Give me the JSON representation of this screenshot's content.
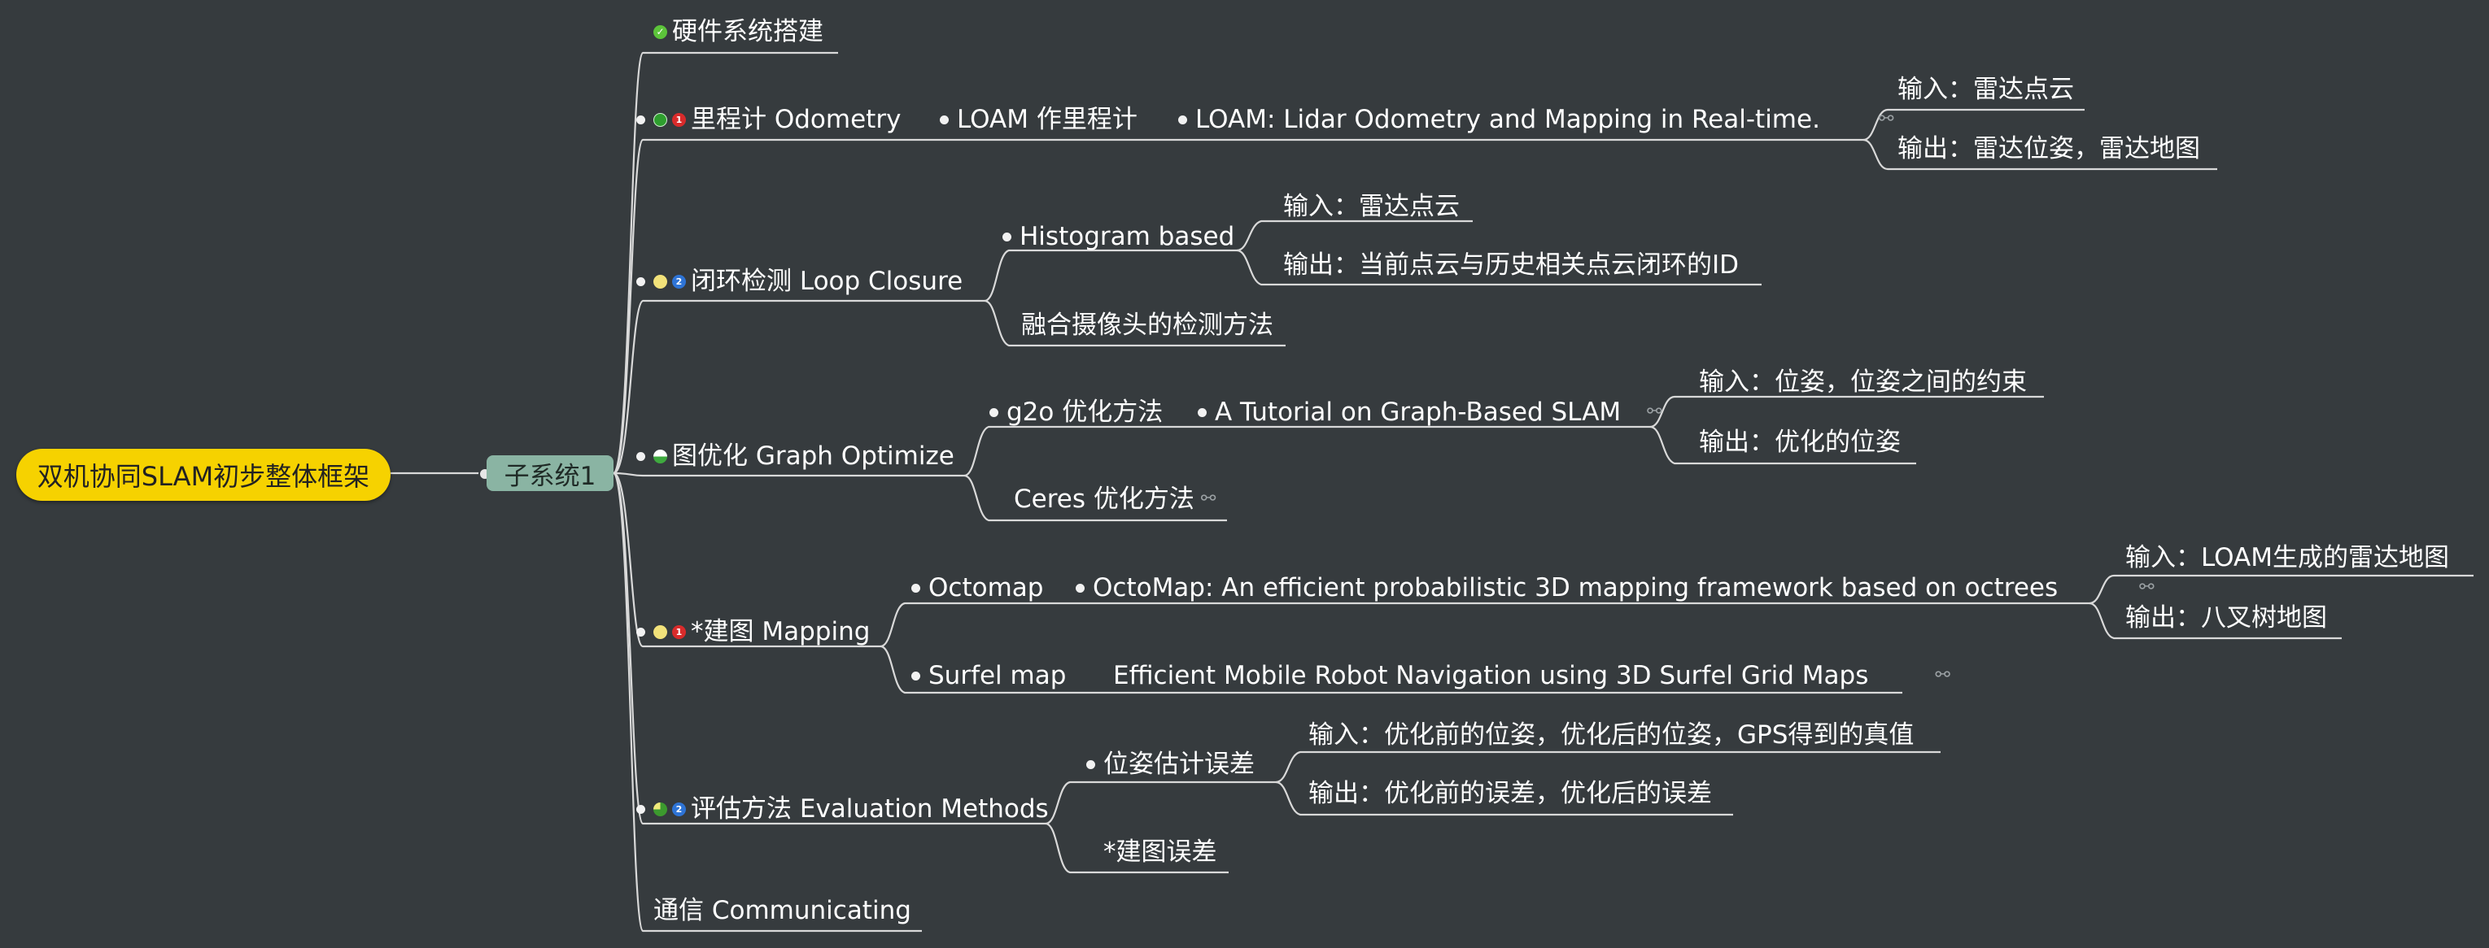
{
  "root": {
    "label": "双机协同SLAM初步整体框架"
  },
  "subsystem": {
    "label": "子系统1"
  },
  "branches": {
    "hardware": {
      "label": "硬件系统搭建"
    },
    "odometry": {
      "label": "里程计 Odometry",
      "priority": "1",
      "child": "LOAM 作里程计",
      "paper": "LOAM: Lidar Odometry and Mapping in Real-time.",
      "input": "输入：雷达点云",
      "output": "输出：雷达位姿，雷达地图"
    },
    "loop": {
      "label": "闭环检测 Loop Closure",
      "priority": "2",
      "histogram": "Histogram based",
      "hist_input": "输入：雷达点云",
      "hist_output": "输出：当前点云与历史相关点云闭环的ID",
      "camera": "融合摄像头的检测方法"
    },
    "graph": {
      "label": "图优化 Graph Optimize",
      "g2o": "g2o 优化方法",
      "tutorial": "A Tutorial on Graph-Based SLAM",
      "input": "输入：位姿，位姿之间的约束",
      "output": "输出：优化的位姿",
      "ceres": "Ceres 优化方法"
    },
    "mapping": {
      "label": "*建图 Mapping",
      "priority": "1",
      "octomap": "Octomap",
      "octomap_paper": "OctoMap: An efficient probabilistic 3D mapping framework based on octrees",
      "input": "输入：LOAM生成的雷达地图",
      "output": "输出：八叉树地图",
      "surfel": "Surfel map",
      "surfel_paper": "Efficient Mobile Robot Navigation using 3D Surfel Grid Maps"
    },
    "evaluation": {
      "label": "评估方法 Evaluation Methods",
      "priority": "2",
      "pose_error": "位姿估计误差",
      "input": "输入：优化前的位姿，优化后的位姿，GPS得到的真值",
      "output": "输出：优化前的误差，优化后的误差",
      "map_error": "*建图误差"
    },
    "comm": {
      "label": "通信 Communicating"
    }
  },
  "icons": {
    "link": "⚯"
  },
  "colors": {
    "background": "#363b3e",
    "root_fill": "#f6d200",
    "subsystem_fill": "#8ab4a3",
    "line": "#d9d9d9"
  }
}
